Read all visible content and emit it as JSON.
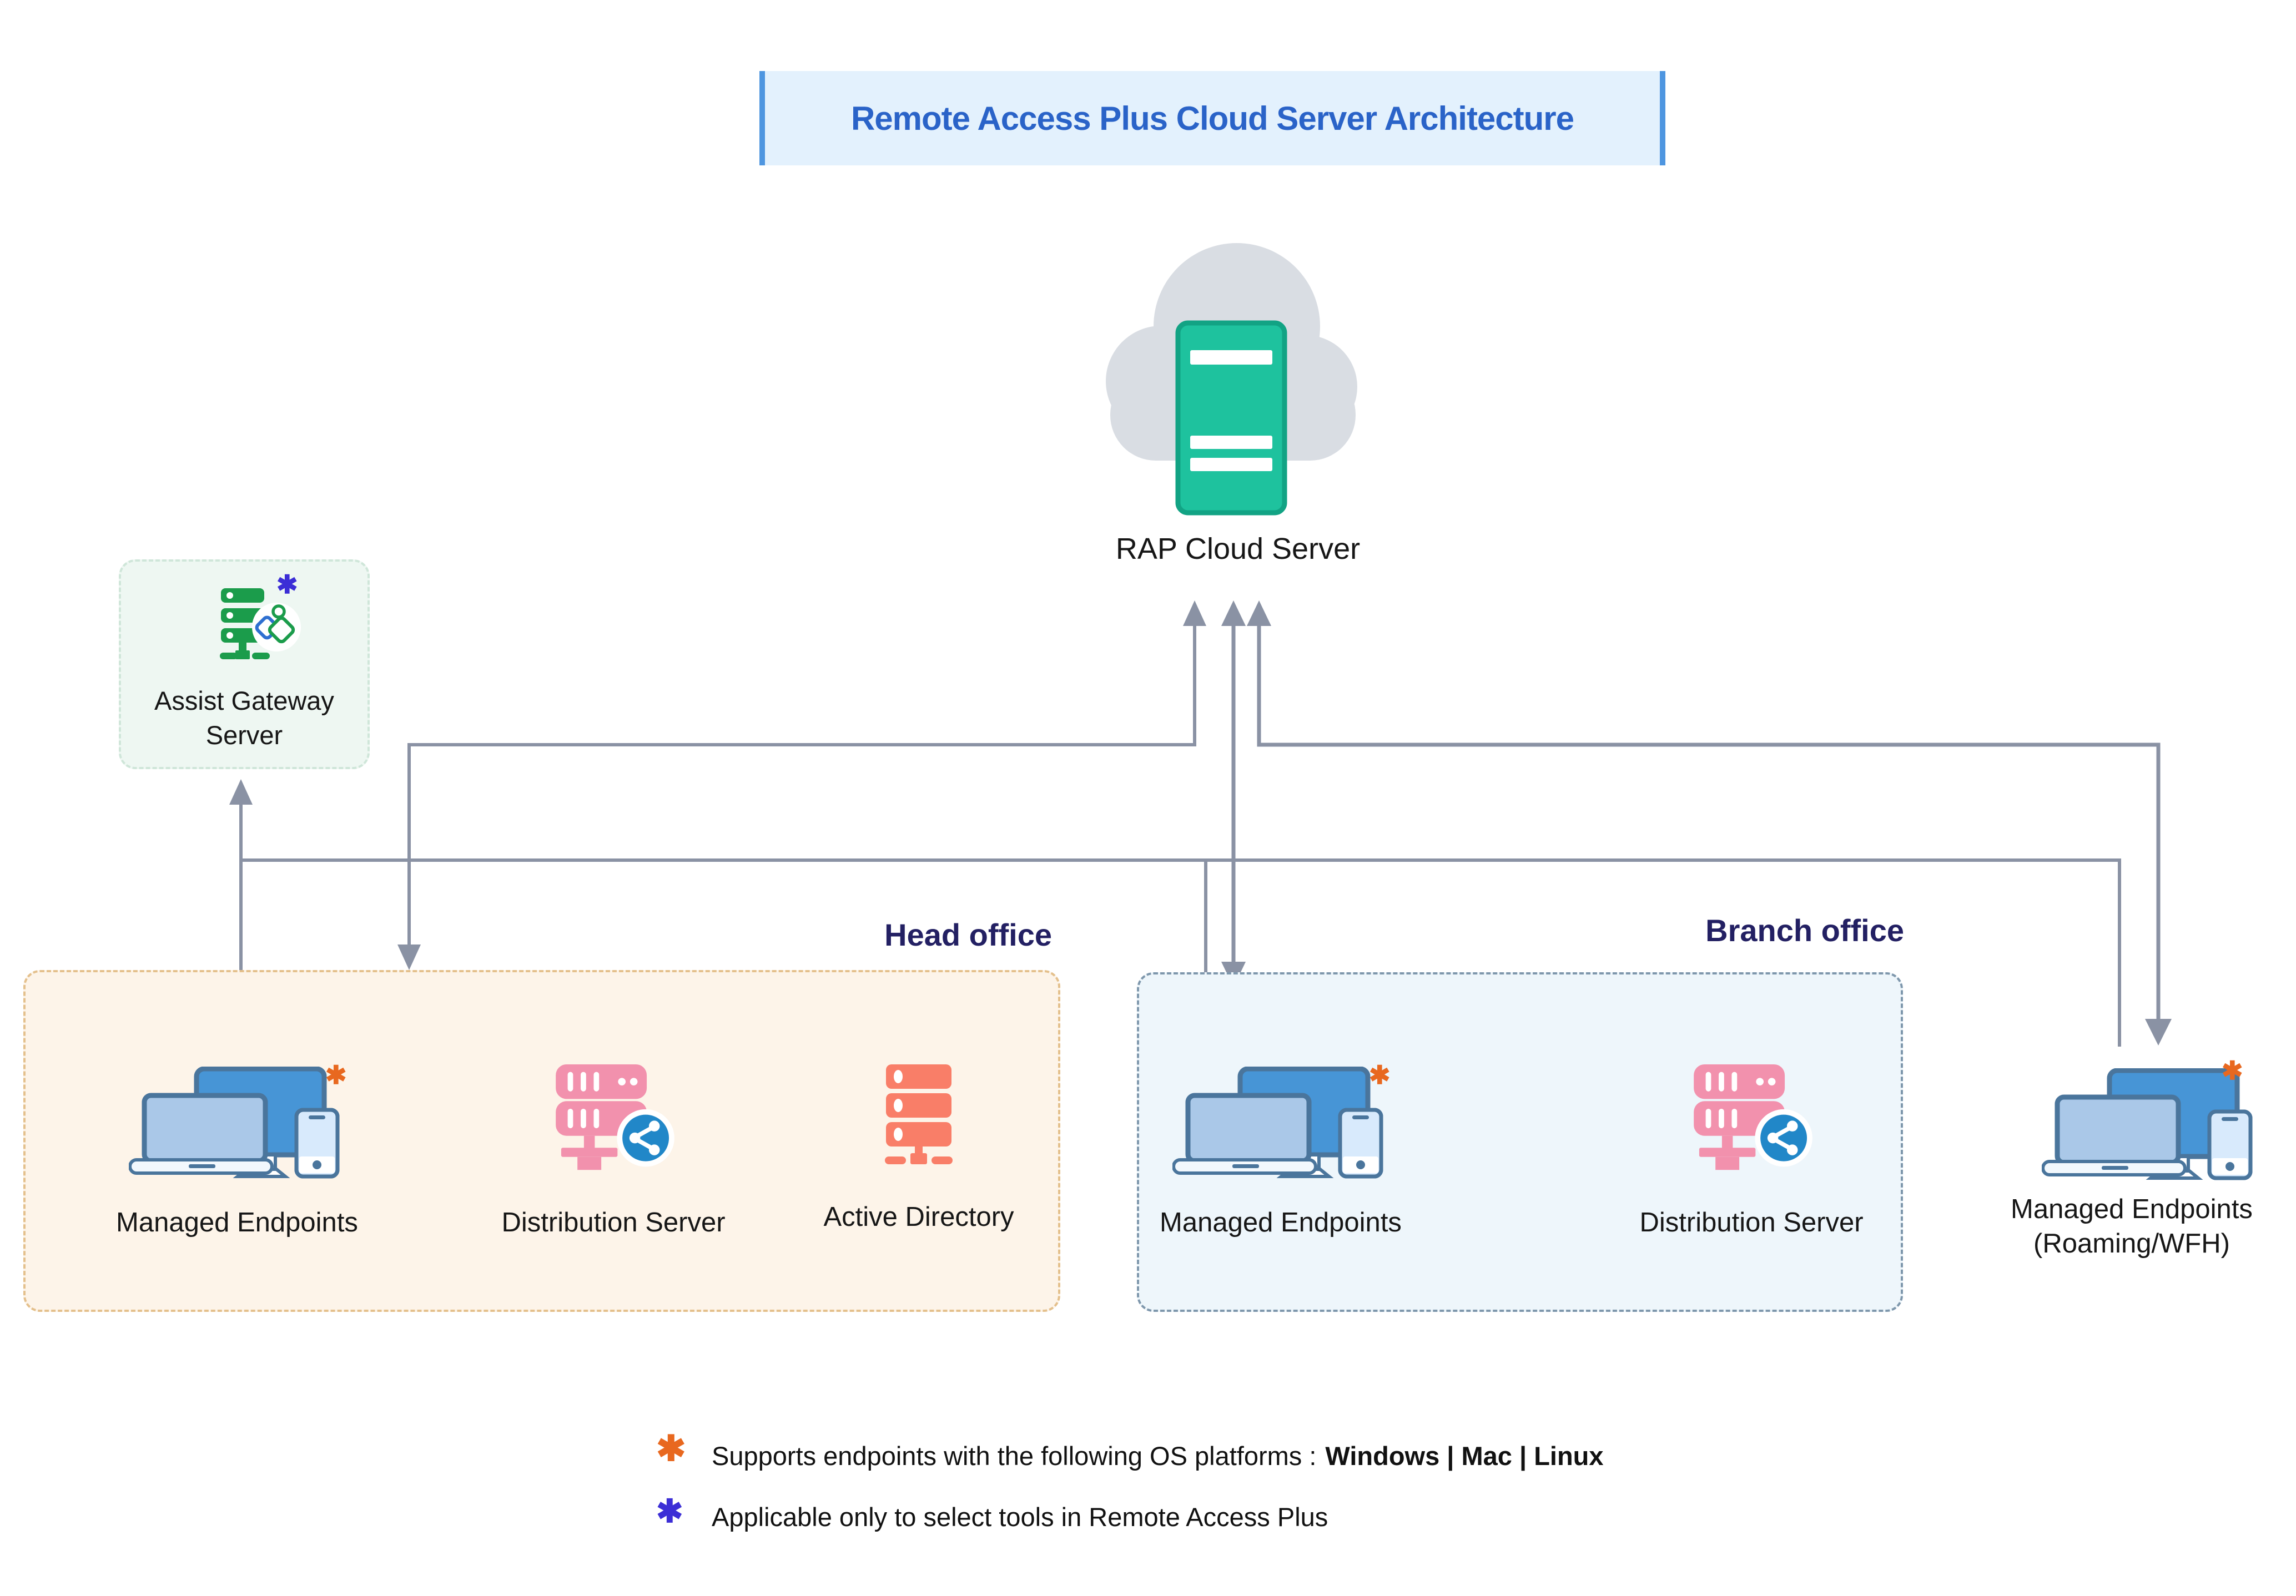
{
  "title": "Remote Access Plus Cloud Server Architecture",
  "nodes": {
    "cloud": "RAP Cloud Server",
    "assist_line1": "Assist Gateway",
    "assist_line2": "Server",
    "endpoints": "Managed Endpoints",
    "distribution": "Distribution Server",
    "active_directory": "Active Directory",
    "roaming_line2": "(Roaming/WFH)"
  },
  "groups": {
    "head": "Head office",
    "branch": "Branch office"
  },
  "marks": {
    "asterisk": "✱"
  },
  "legend": {
    "os_prefix": "Supports endpoints with the following OS platforms :",
    "os_bold": "Windows | Mac | Linux",
    "tools": "Applicable only to select tools in Remote Access Plus"
  },
  "colors": {
    "accent_blue": "#2a63c8",
    "title_bg": "#e3f1fd",
    "title_bar": "#4e96e0",
    "cloud_gray": "#d9dde3",
    "server_green": "#1ec29e",
    "server_green_border": "#12a384",
    "assist_green": "#1b9c4b",
    "assist_box_bg": "#eef7f2",
    "assist_box_border": "#cfe6d9",
    "head_box_bg": "#fdf4e9",
    "head_box_border": "#e4c08c",
    "branch_box_bg": "#eef6fb",
    "branch_box_border": "#7e97ac",
    "navy": "#232063",
    "connector": "#8a92a4",
    "arrow_gray": "#9aa0a5",
    "endpoint_blue": "#4795d6",
    "endpoint_mid": "#aac8e8",
    "endpoint_pale": "#d8eafc",
    "endpoint_stroke": "#4a759c",
    "pink": "#f291ad",
    "share_blue": "#2187c8",
    "salmon": "#f97e68",
    "asterisk_orange": "#e8681f",
    "asterisk_indigo": "#3c2ed6",
    "text_dark": "#1c1c1c"
  }
}
